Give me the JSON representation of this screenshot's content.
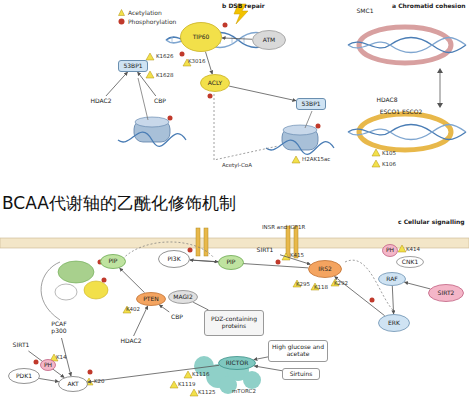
{
  "diagram": {
    "title": "BCAA代谢轴的乙酰化修饰机制",
    "nodes": [
      {
        "text": [
          "TIP60"
        ]
      },
      {
        "text": [
          "ATM"
        ]
      },
      {
        "text": [
          "53BP1"
        ]
      },
      {
        "text": [
          "HDAC2"
        ]
      },
      {
        "text": [
          "CBP"
        ]
      },
      {
        "text": [
          "ACLY"
        ]
      },
      {
        "text": [
          "53BP1"
        ]
      },
      {
        "text": [
          "SMC1"
        ]
      },
      {
        "text": [
          "HDAC8"
        ]
      },
      {
        "text": [
          "ESCO1 ESCO2"
        ]
      },
      {
        "text": [
          "PIP"
        ]
      },
      {
        "text": [
          "PI3K"
        ]
      },
      {
        "text": [
          "PIP"
        ]
      },
      {
        "text": [
          "SIRT1"
        ]
      },
      {
        "text": [
          "IRS2"
        ]
      },
      {
        "text": [
          "PH"
        ]
      },
      {
        "text": [
          "CNK1"
        ]
      },
      {
        "text": [
          "RAF"
        ]
      },
      {
        "text": [
          "SIRT2"
        ]
      },
      {
        "text": [
          "ERK"
        ]
      },
      {
        "text": [
          "MAGI2"
        ]
      },
      {
        "text": [
          "PTEN"
        ]
      },
      {
        "text": [
          "CBP"
        ]
      },
      {
        "text": [
          "HDAC2"
        ]
      },
      {
        "text": [
          "PDZ-containing proteins"
        ]
      },
      {
        "text": [
          "PCAF p300"
        ]
      },
      {
        "text": [
          "SIRT1"
        ]
      },
      {
        "text": [
          "PH"
        ]
      },
      {
        "text": [
          "PDK1"
        ]
      },
      {
        "text": [
          "AKT"
        ]
      },
      {
        "text": [
          "RICTOR"
        ]
      },
      {
        "text": [
          "High glucose and acetate"
        ]
      },
      {
        "text": [
          "Sirtuins"
        ]
      }
    ],
    "edges": [
      {
        "from": 1,
        "to": 0,
        "arrow": "to"
      },
      {
        "from": 0,
        "to": 5,
        "arrow": "to"
      },
      {
        "from": 3,
        "to": 2,
        "arrow": "to"
      },
      {
        "from": 4,
        "to": 2,
        "arrow": "to"
      },
      {
        "from": 5,
        "to": 6,
        "arrow": "to"
      },
      {
        "from": 11,
        "to": 12,
        "arrow": "to"
      },
      {
        "from": 13,
        "to": 14,
        "arrow": "to"
      },
      {
        "from": 14,
        "to": 11,
        "arrow": "to"
      },
      {
        "from": 17,
        "to": 19,
        "arrow": "to"
      },
      {
        "from": 19,
        "to": 14,
        "arrow": "to"
      },
      {
        "from": 18,
        "to": 17,
        "arrow": "to"
      },
      {
        "from": 21,
        "to": 10,
        "arrow": "to"
      },
      {
        "from": 22,
        "to": 21,
        "arrow": "to"
      },
      {
        "from": 23,
        "to": 21,
        "arrow": "to"
      },
      {
        "from": 24,
        "to": 20,
        "arrow": "none"
      },
      {
        "from": 25,
        "to": 29,
        "arrow": "to"
      },
      {
        "from": 26,
        "to": 29,
        "arrow": "to"
      },
      {
        "from": 31,
        "to": 30,
        "arrow": "to"
      },
      {
        "from": 32,
        "to": 30,
        "arrow": "to"
      },
      {
        "from": 30,
        "to": 29,
        "arrow": "to"
      },
      {
        "from": 28,
        "to": 29,
        "arrow": "to"
      }
    ],
    "labels": [
      "b DSB repair",
      "a Chromatid cohesion",
      "K3016",
      "K1626",
      "K1628",
      "Acetyl-CoA",
      "H2AK15ac",
      "K105",
      "K106",
      "c Cellular signalling",
      "INSR and IGF1R",
      "K414",
      "K415",
      "K295",
      "K118",
      "K292",
      "K402",
      "K14",
      "K20",
      "K1116",
      "K1119",
      "K1125",
      "mTORC2"
    ],
    "legend": [
      {
        "text": "Acetylation"
      },
      {
        "text": "Phosphorylation"
      }
    ]
  }
}
